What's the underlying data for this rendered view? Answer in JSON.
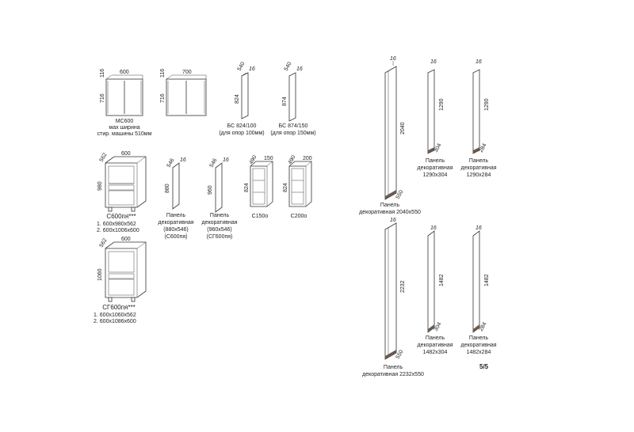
{
  "items": {
    "mc600": {
      "dims": [
        "116",
        "600",
        "716"
      ],
      "caption": [
        "МС600",
        "мах ширина",
        "стир. машины 510мм"
      ]
    },
    "mc700": {
      "dims": [
        "116",
        "700",
        "716"
      ]
    },
    "bc824": {
      "dims": [
        "540",
        "16",
        "824"
      ],
      "caption": [
        "БС 824/100",
        "(для опор 100мм)"
      ]
    },
    "bc874": {
      "dims": [
        "540",
        "16",
        "874"
      ],
      "caption": [
        "БС 874/150",
        "(для опор 150мм)"
      ]
    },
    "c600": {
      "dims": [
        "600",
        "562",
        "980"
      ],
      "caption": [
        "С600пя***",
        "1. 600х980х562",
        "2. 600х1006х600"
      ]
    },
    "panel880": {
      "dims": [
        "546",
        "16",
        "880"
      ],
      "caption": [
        "Панель",
        "декоративная",
        "(880х546)",
        "(С600пя)"
      ]
    },
    "panel960": {
      "dims": [
        "546",
        "16",
        "960"
      ],
      "caption": [
        "Панель",
        "декоративная",
        "(960х546)",
        "(СГ600пя)"
      ]
    },
    "c150": {
      "dims": [
        "490",
        "150",
        "824"
      ],
      "caption": [
        "С150о"
      ]
    },
    "c200": {
      "dims": [
        "490",
        "200",
        "824"
      ],
      "caption": [
        "С200о"
      ]
    },
    "cg600": {
      "dims": [
        "600",
        "562",
        "1060"
      ],
      "caption": [
        "СГ600пя***",
        "1. 600х1060х562",
        "2. 600х1086х600"
      ]
    },
    "p2040": {
      "dims": [
        "16",
        "2040",
        "550"
      ],
      "caption": [
        "Панель",
        "декоративная 2040х550"
      ]
    },
    "p1290a": {
      "dims": [
        "16",
        "1290",
        "304"
      ],
      "caption": [
        "Панель",
        "декоративная",
        "1290х304"
      ]
    },
    "p1290b": {
      "dims": [
        "16",
        "1290",
        "284"
      ],
      "caption": [
        "Панель",
        "декоративная",
        "1290х284"
      ]
    },
    "p2232": {
      "dims": [
        "16",
        "2232",
        "550"
      ],
      "caption": [
        "Панель",
        "декоративная 2232х550"
      ]
    },
    "p1482a": {
      "dims": [
        "16",
        "1482",
        "304"
      ],
      "caption": [
        "Панель",
        "декоративная",
        "1482х304"
      ]
    },
    "p1482b": {
      "dims": [
        "16",
        "1482",
        "284"
      ],
      "caption": [
        "Панель",
        "декоративная",
        "1482х284"
      ]
    }
  },
  "page_number": "5/5"
}
